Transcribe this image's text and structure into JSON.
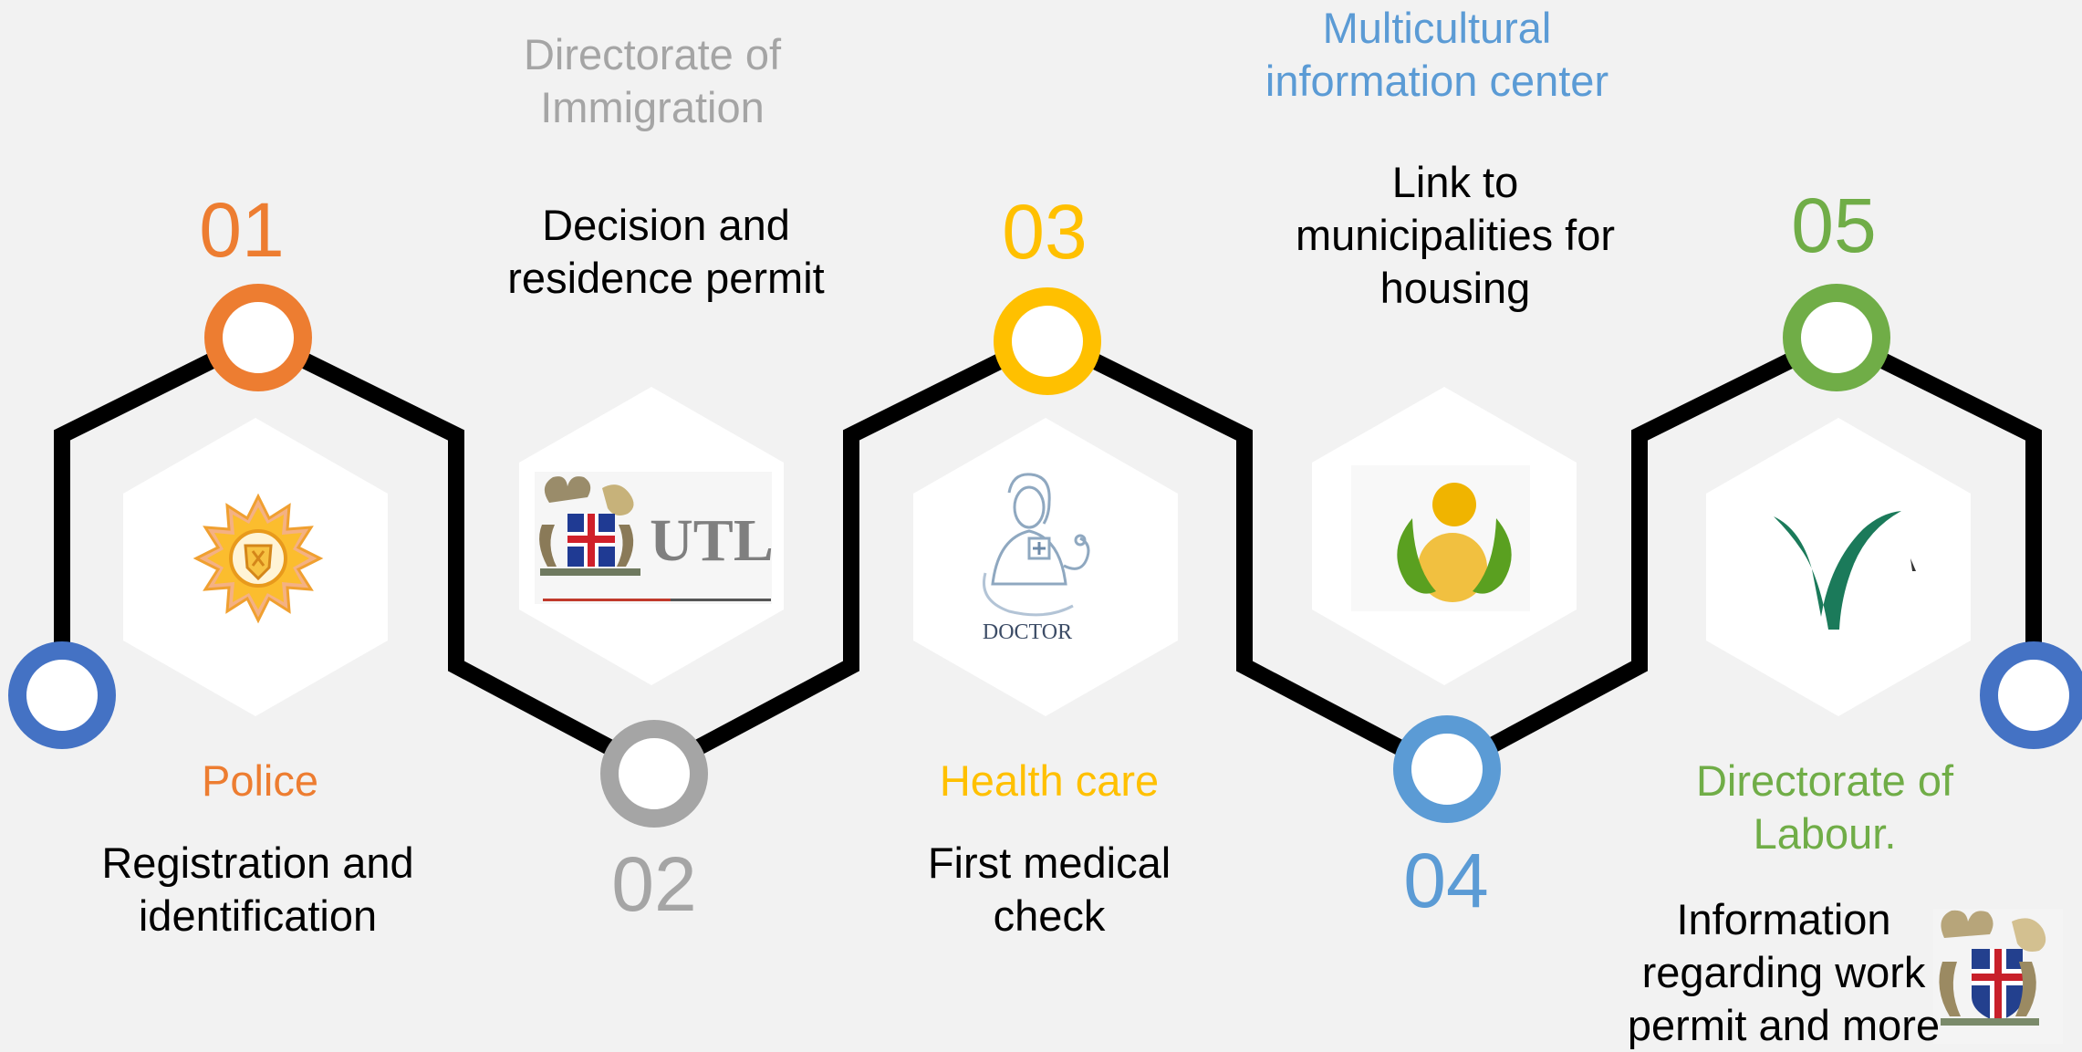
{
  "steps": [
    {
      "number": "01",
      "org": "Police",
      "description": [
        "Registration and",
        "identification"
      ],
      "color": "#ed7d31",
      "logo": "police-sun-emblem"
    },
    {
      "number": "02",
      "org": [
        "Directorate of",
        "Immigration"
      ],
      "description": [
        "Decision and",
        "residence permit"
      ],
      "color": "#a5a5a5",
      "logo": "utl-logo",
      "logo_text": "UTL"
    },
    {
      "number": "03",
      "org": "Health care",
      "description": [
        "First medical",
        "check"
      ],
      "color": "#ffc000",
      "logo": "doctor-illustration",
      "logo_text": "DOCTOR"
    },
    {
      "number": "04",
      "org": [
        "Multicultural",
        "information center"
      ],
      "description": [
        "Link to",
        "municipalities for",
        "housing"
      ],
      "color": "#5b9bd5",
      "logo": "multicultural-center-logo"
    },
    {
      "number": "05",
      "org": [
        "Directorate of",
        "Labour."
      ],
      "description": [
        "Information",
        "regarding work",
        "permit and more"
      ],
      "color": "#70ad47",
      "logo": "directorate-of-labour-logo"
    }
  ],
  "endpoint_color": "#4472c4",
  "line_color": "#000000"
}
